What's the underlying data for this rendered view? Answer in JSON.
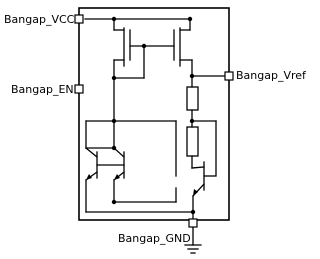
{
  "pins": {
    "vcc": "Bangap_VCC",
    "en": "Bangap_EN",
    "vref": "Bangap_Vref",
    "gnd": "Bangap_GND"
  }
}
